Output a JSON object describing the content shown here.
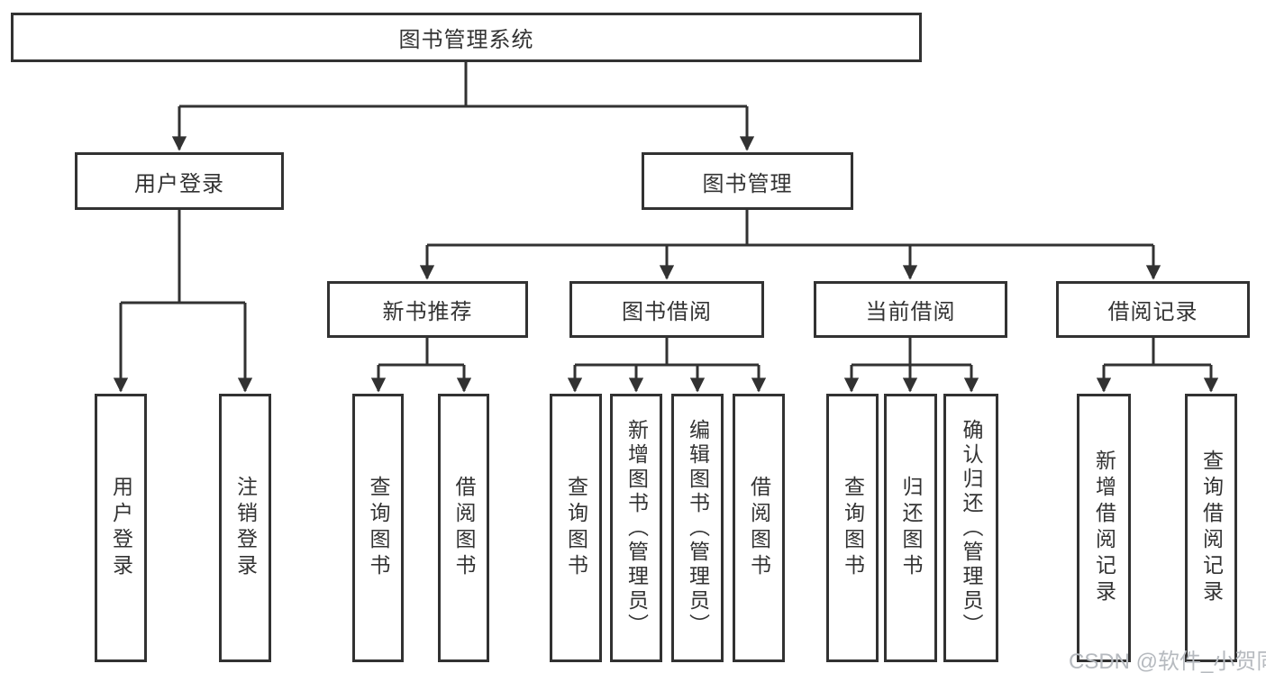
{
  "tree": {
    "root": {
      "label": "图书管理系统",
      "children": [
        {
          "label": "用户登录",
          "children": [
            {
              "label": "用户登录"
            },
            {
              "label": "注销登录"
            }
          ]
        },
        {
          "label": "图书管理",
          "children": [
            {
              "label": "新书推荐",
              "children": [
                {
                  "label": "查询图书"
                },
                {
                  "label": "借阅图书"
                }
              ]
            },
            {
              "label": "图书借阅",
              "children": [
                {
                  "label": "查询图书"
                },
                {
                  "label": "新增图书（管理员）"
                },
                {
                  "label": "编辑图书（管理员）"
                },
                {
                  "label": "借阅图书"
                }
              ]
            },
            {
              "label": "当前借阅",
              "children": [
                {
                  "label": "查询图书"
                },
                {
                  "label": "归还图书"
                },
                {
                  "label": "确认归还（管理员）"
                }
              ]
            },
            {
              "label": "借阅记录",
              "children": [
                {
                  "label": "新增借阅记录"
                },
                {
                  "label": "查询借阅记录"
                }
              ]
            }
          ]
        }
      ]
    }
  },
  "watermark": "CSDN @软件_小贺同学",
  "colors": {
    "line": "#323232",
    "text": "#333333",
    "watermark": "#b6babf",
    "background": "#ffffff"
  }
}
